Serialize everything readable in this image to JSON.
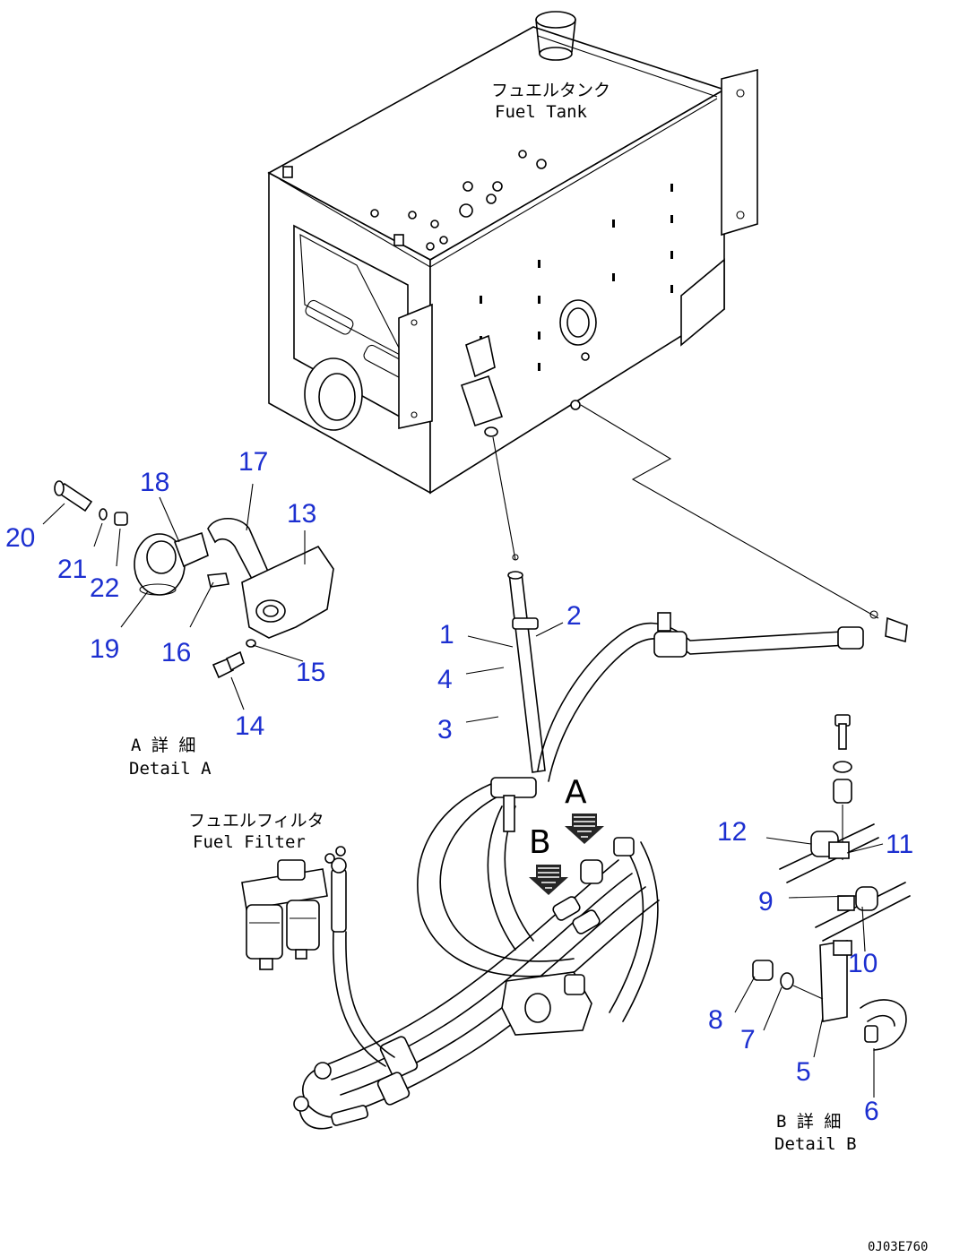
{
  "labels": {
    "fuel_tank_jp": "フュエルタンク",
    "fuel_tank_en": "Fuel Tank",
    "detail_a_jp": "A 詳 細",
    "detail_a_en": "Detail A",
    "fuel_filter_jp": "フュエルフィルタ",
    "fuel_filter_en": "Fuel Filter",
    "detail_b_jp": "B 詳 細",
    "detail_b_en": "Detail B",
    "view_a": "A",
    "view_b": "B",
    "drawing_code": "0J03E760"
  },
  "part_numbers": [
    "1",
    "2",
    "3",
    "4",
    "5",
    "6",
    "7",
    "8",
    "9",
    "10",
    "11",
    "12",
    "13",
    "14",
    "15",
    "16",
    "17",
    "18",
    "19",
    "20",
    "21",
    "22"
  ],
  "colors": {
    "callout": "#1c2fd0",
    "line": "#000000",
    "background": "#ffffff"
  }
}
